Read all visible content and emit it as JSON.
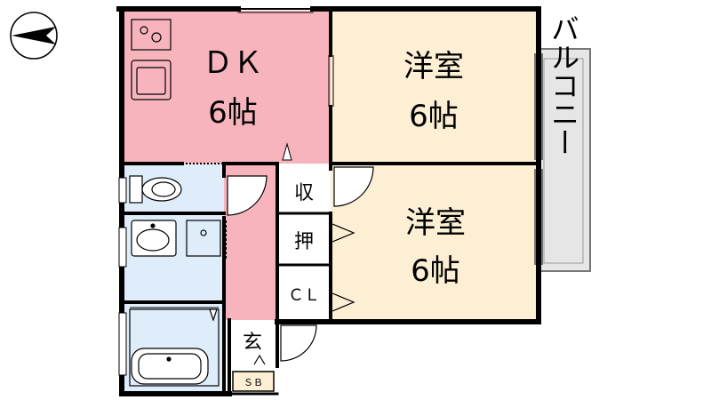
{
  "colors": {
    "dk": "#f8b4bd",
    "western": "#fcefd3",
    "wet": "#dfedfb",
    "balcony": "#e6e6e6",
    "wall": "#000000",
    "closet": "#ffffff"
  },
  "compass": {
    "icon": "north-arrow-icon"
  },
  "rooms": {
    "dk": {
      "name": "ＤＫ",
      "size": "6帖"
    },
    "western_top": {
      "name": "洋室",
      "size": "6帖"
    },
    "western_bottom": {
      "name": "洋室",
      "size": "6帖"
    },
    "balcony": {
      "name": "バルコニー"
    },
    "storage": {
      "name": "収"
    },
    "oshiire": {
      "name": "押"
    },
    "closet": {
      "name": "ＣＬ"
    },
    "entrance": {
      "name": "玄"
    },
    "shoebox": {
      "name": "ＳＢ"
    }
  },
  "fixtures": [
    "stove-icon",
    "sink-icon",
    "toilet-icon",
    "washbasin-icon",
    "washing-machine-pan-icon",
    "bathtub-icon"
  ]
}
